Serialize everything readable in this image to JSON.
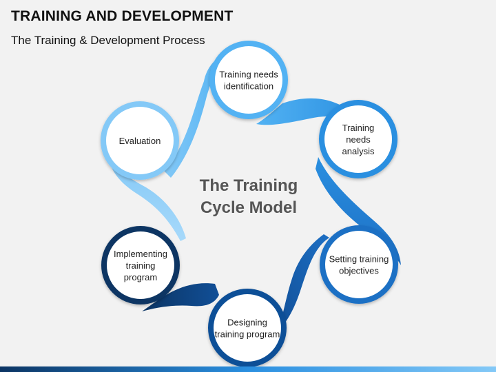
{
  "header": {
    "title": "TRAINING AND DEVELOPMENT",
    "subtitle": "The Training & Development Process"
  },
  "center": {
    "line1": "The Training",
    "line2": "Cycle Model"
  },
  "colors": {
    "background": "#f2f2f2",
    "lightest": "#84c9f7",
    "light": "#52b2f3",
    "mid": "#2a8fe0",
    "midDark": "#1d6fc4",
    "dark": "#114f97",
    "darkest": "#0b3463",
    "bottomBar": [
      "#0b3463",
      "#2a8fe0",
      "#84c9f7"
    ]
  },
  "nodes": [
    {
      "id": "training-needs-identification",
      "lines": [
        "Training needs",
        "identification"
      ],
      "color": "#52b2f3",
      "ring": "#52b2f3"
    },
    {
      "id": "training-needs-analysis",
      "lines": [
        "Training",
        "needs",
        "analysis"
      ],
      "color": "#2a8fe0",
      "ring": "#2a8fe0"
    },
    {
      "id": "setting-training-objectives",
      "lines": [
        "Setting training",
        "objectives"
      ],
      "color": "#1d6fc4",
      "ring": "#1d6fc4"
    },
    {
      "id": "designing-training-program",
      "lines": [
        "Designing",
        "training program"
      ],
      "color": "#114f97",
      "ring": "#114f97"
    },
    {
      "id": "implementing-training-program",
      "lines": [
        "Implementing",
        "training",
        "program"
      ],
      "color": "#0b3463",
      "ring": "#0b3463"
    },
    {
      "id": "evaluation",
      "lines": [
        "Evaluation"
      ],
      "color": "#84c9f7",
      "ring": "#84c9f7"
    }
  ]
}
